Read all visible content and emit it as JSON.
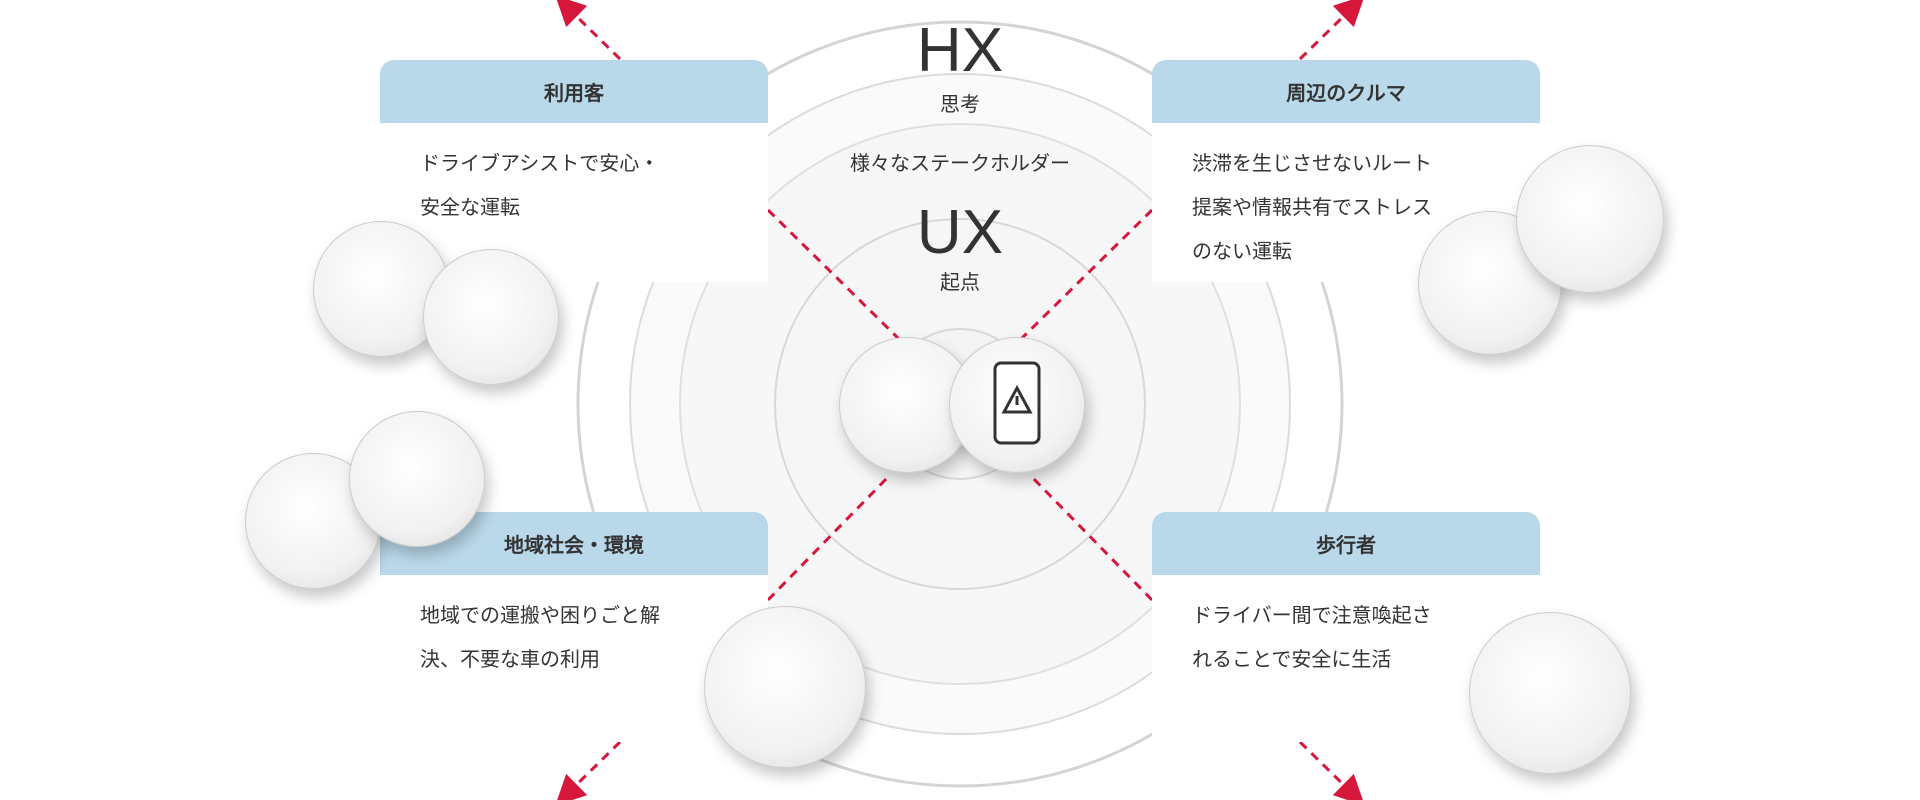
{
  "center": {
    "hx": "HX",
    "hx_sub": "思考",
    "stakeholders": "様々なステークホルダー",
    "ux": "UX",
    "ux_sub": "起点"
  },
  "cards": [
    {
      "title": "利用客",
      "lines": [
        "ドライブアシストで安心・",
        "安全な運転"
      ]
    },
    {
      "title": "周辺のクルマ",
      "lines": [
        "渋滞を生じさせないルート",
        "提案や情報共有でストレス",
        "のない運転"
      ]
    },
    {
      "title": "地域社会・環境",
      "lines": [
        "地域での運搬や困りごと解",
        "決、不要な車の利用"
      ]
    },
    {
      "title": "歩行者",
      "lines": [
        "ドライバー間で注意喚起さ",
        "れることで安全に生活"
      ]
    }
  ],
  "colors": {
    "accent": "#d6163a",
    "header": "#b9d8ea",
    "ring": "#d0d0d0"
  }
}
